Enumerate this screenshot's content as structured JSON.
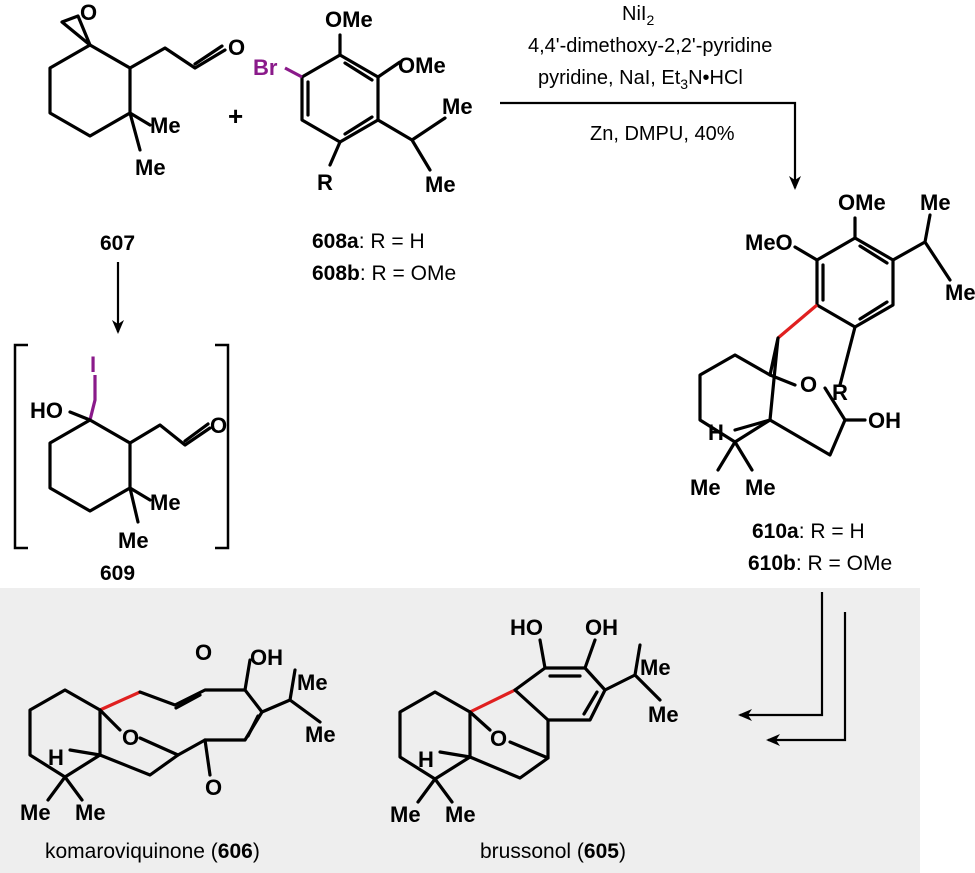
{
  "reagents": {
    "line1_main": "NiI",
    "line1_sub": "2",
    "line2": "4,4'-dimethoxy-2,2'-pyridine",
    "line3_a": "pyridine, NaI, Et",
    "line3_sub": "3",
    "line3_b": "N•HCl",
    "line4": "Zn, DMPU, 40%"
  },
  "atoms": {
    "O": "O",
    "Me": "Me",
    "OMe": "OMe",
    "MeO": "MeO",
    "Br": "Br",
    "R": "R",
    "I": "I",
    "HO": "HO",
    "OH": "OH",
    "H": "H",
    "plus": "+"
  },
  "compounds": {
    "c607": {
      "id": "607"
    },
    "c608a": {
      "id": "608a",
      "desc": ": R = H"
    },
    "c608b": {
      "id": "608b",
      "desc": ": R = OMe"
    },
    "c609": {
      "id": "609"
    },
    "c610a": {
      "id": "610a",
      "desc": ": R = H"
    },
    "c610b": {
      "id": "610b",
      "desc": ": R = OMe"
    },
    "c606": {
      "name": "komaroviquinone (",
      "id": "606",
      "close": ")"
    },
    "c605": {
      "name": "brussonol (",
      "id": "605",
      "close": ")"
    }
  },
  "colors": {
    "highlight_bond": "#e02020",
    "halogen": "#8a1a8a",
    "panel_bg": "#eeeeee"
  }
}
